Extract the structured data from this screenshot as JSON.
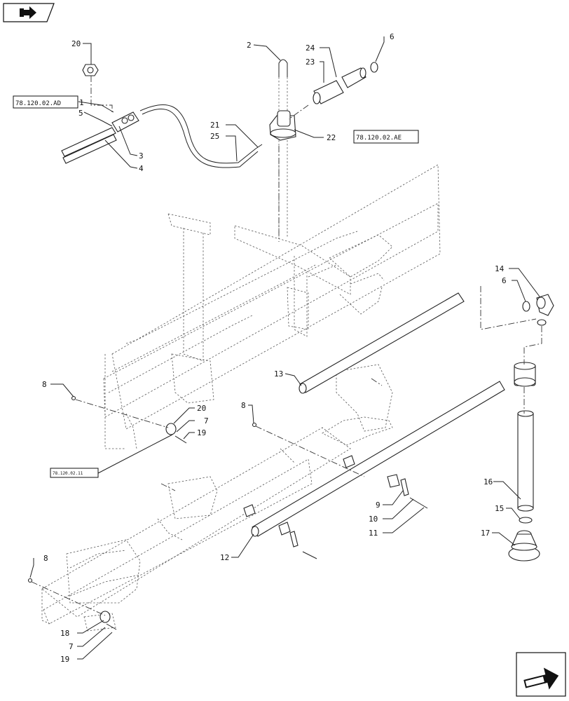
{
  "callouts": {
    "c1": "1",
    "c2": "2",
    "c3": "3",
    "c4": "4",
    "c5": "5",
    "c6a": "6",
    "c6b": "6",
    "c7a": "7",
    "c7b": "7",
    "c8a": "8",
    "c8b": "8",
    "c8c": "8",
    "c9": "9",
    "c10": "10",
    "c11": "11",
    "c12": "12",
    "c13": "13",
    "c14": "14",
    "c15": "15",
    "c16": "16",
    "c17": "17",
    "c18": "18",
    "c19a": "19",
    "c19b": "19",
    "c20a": "20",
    "c20b": "20",
    "c21": "21",
    "c22": "22",
    "c23": "23",
    "c24": "24",
    "c25": "25"
  },
  "refs": {
    "ref_ad": "78.120.02.AD",
    "ref_ae": "78.120.02.AE",
    "ref_al": "78.120.02.11"
  },
  "nav": {
    "prev_icon": "previous-page-arrow-icon",
    "next_icon": "next-page-arrow-icon"
  }
}
